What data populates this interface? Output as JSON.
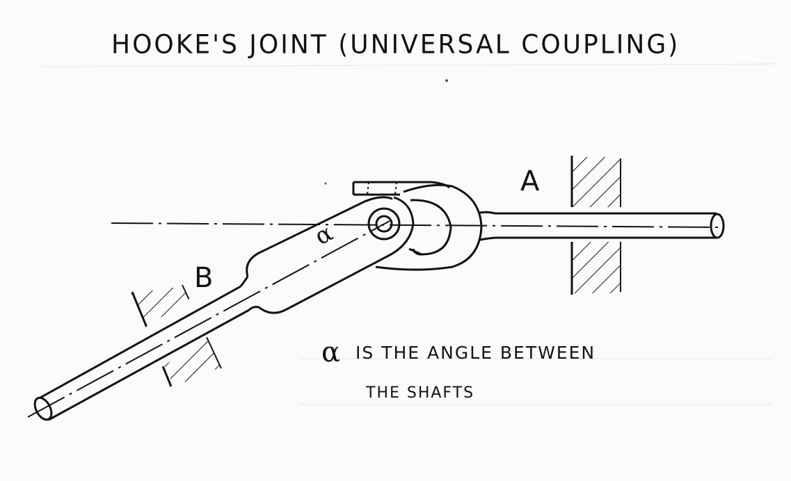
{
  "diagram": {
    "title": "HOOKE'S JOINT (UNIVERSAL COUPLING)",
    "labels": {
      "shaft_a": "A",
      "shaft_b": "B",
      "angle_symbol": "α"
    },
    "caption": {
      "symbol": "α",
      "line1": "IS THE ANGLE BETWEEN",
      "line2": "THE SHAFTS"
    }
  }
}
